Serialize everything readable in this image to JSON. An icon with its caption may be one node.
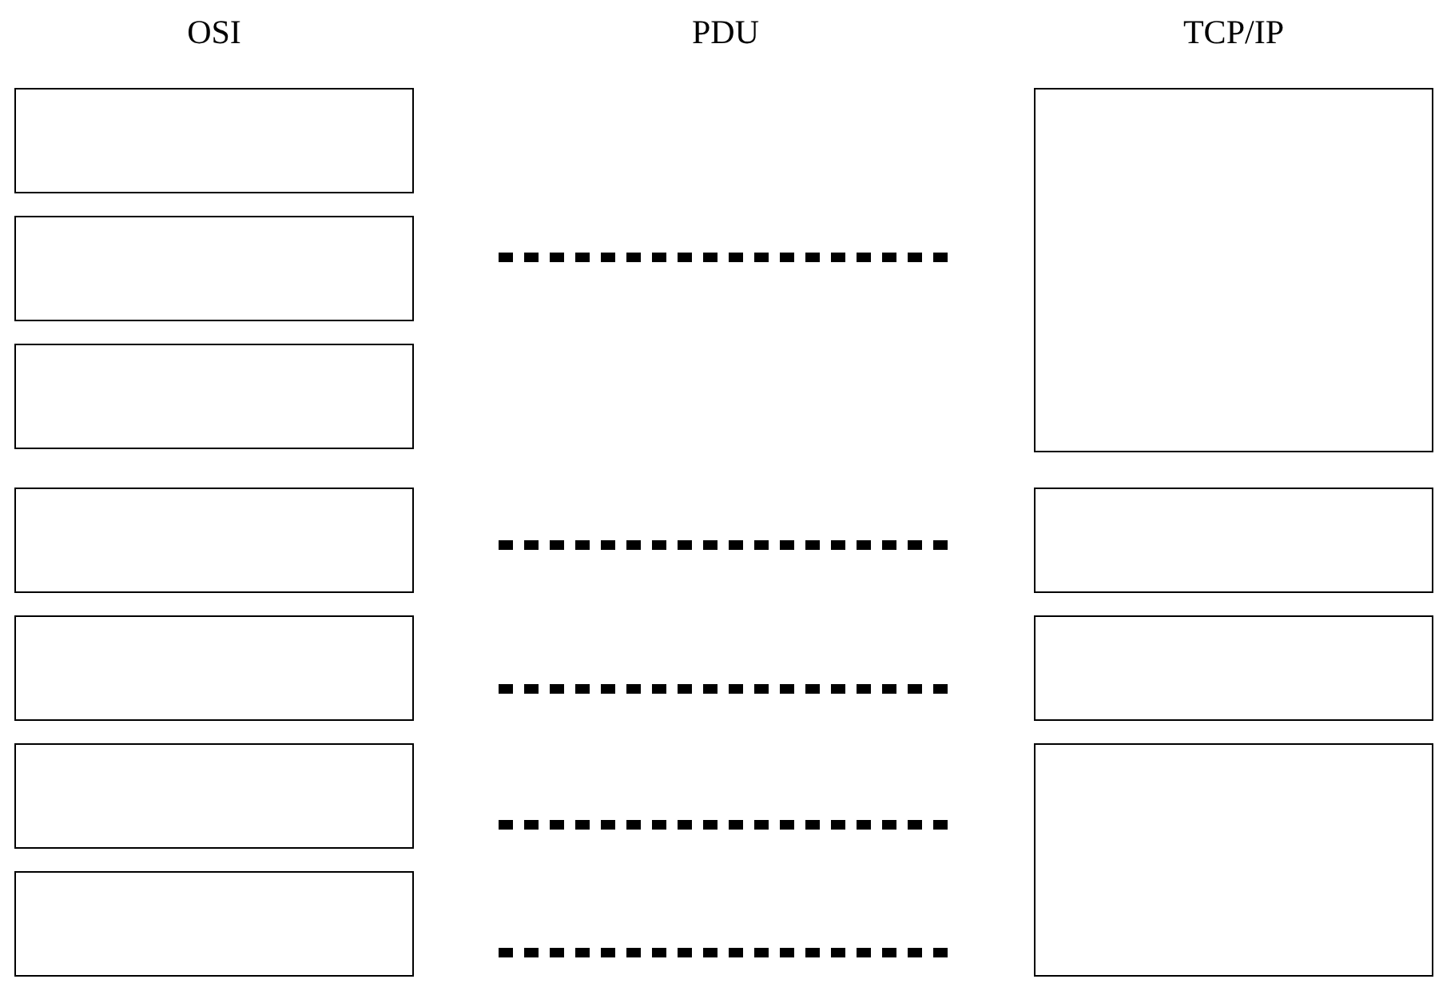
{
  "diagram": {
    "nodes": [
      {
        "text": [],
        "shape": "box"
      },
      {
        "text": [],
        "shape": "box"
      },
      {
        "text": [],
        "shape": "box"
      },
      {
        "text": [],
        "shape": "box"
      },
      {
        "text": [],
        "shape": "box"
      },
      {
        "text": [],
        "shape": "box"
      },
      {
        "text": [],
        "shape": "box"
      },
      {
        "text": [],
        "shape": "box"
      },
      {
        "text": [],
        "shape": "box"
      },
      {
        "text": [],
        "shape": "box"
      },
      {
        "text": [],
        "shape": "box"
      }
    ],
    "labels": [
      "OSI",
      "PDU",
      "TCP/IP"
    ]
  }
}
